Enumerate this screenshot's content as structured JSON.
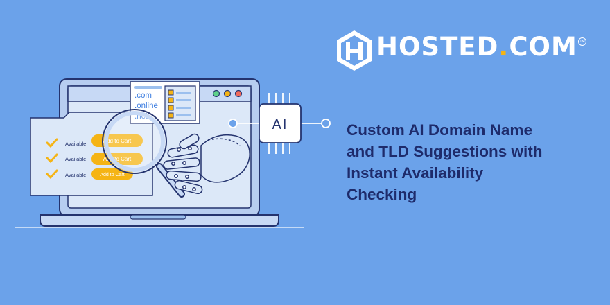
{
  "brand": {
    "name_main": "HOSTED",
    "name_dot": ".",
    "name_tld": "COM",
    "trademark": "TM"
  },
  "headline": {
    "lines": [
      "Custom AI Domain Name",
      "and TLD Suggestions with",
      "Instant Availability",
      "Checking"
    ]
  },
  "illustration": {
    "tlds": [
      ".com",
      ".online",
      ".net"
    ],
    "ai_chip_label": "AI",
    "rows": [
      {
        "status": "Available",
        "button": "Add to Cart"
      },
      {
        "status": "Available",
        "button": "Add to Cart"
      },
      {
        "status": "Available",
        "button": "Add to Cart"
      }
    ]
  },
  "colors": {
    "background": "#6ba2ea",
    "headline": "#1e2b6b",
    "accent_yellow": "#f5b415",
    "outline": "#24336e",
    "screen": "#dce8f8"
  }
}
